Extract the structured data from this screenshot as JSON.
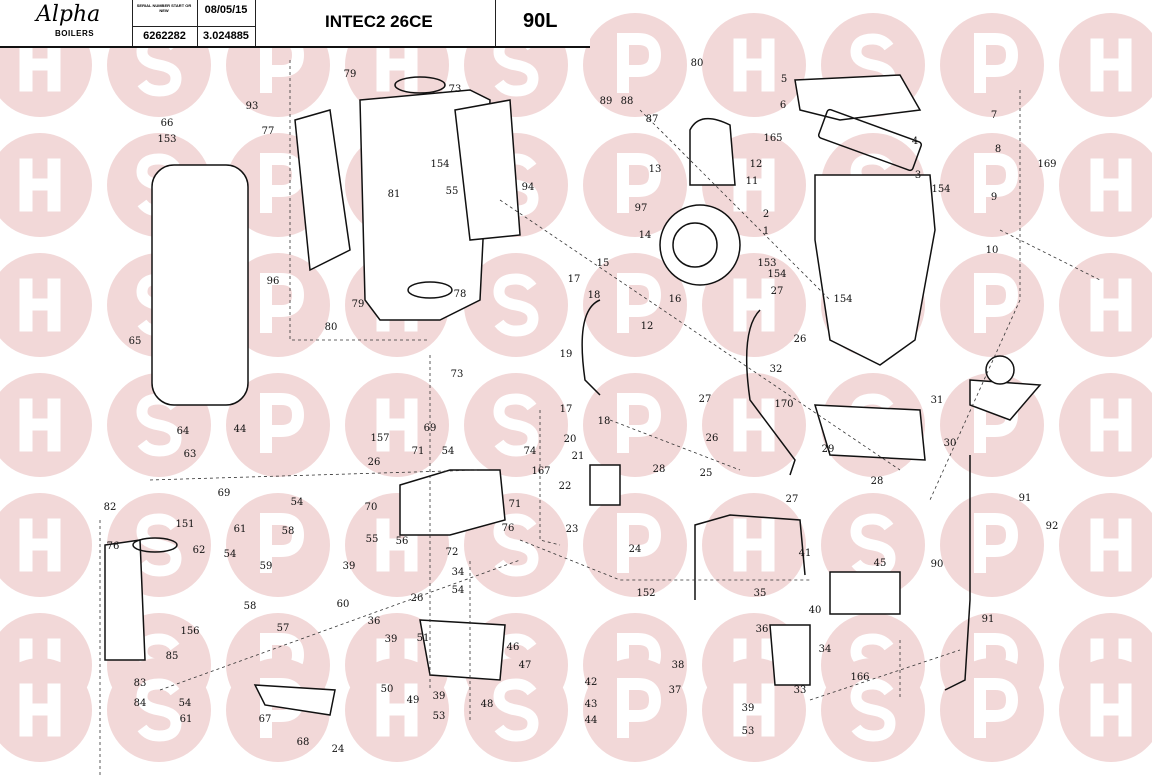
{
  "header": {
    "brand": "Alpha",
    "brand_sub": "BOILERS",
    "serial_caption": "SERIAL NUMBER START OR NEW",
    "date": "08/05/15",
    "serial_number": "6262282",
    "version_code": "3.024885",
    "model": "INTEC2 26CE",
    "diagram_code": "90L"
  },
  "watermark": {
    "letters": [
      "H",
      "S",
      "P"
    ],
    "circle_color": "#f2d8d8",
    "letter_color": "#ffffff"
  },
  "labels": [
    "79",
    "73",
    "93",
    "77",
    "66",
    "153",
    "154",
    "55",
    "94",
    "81",
    "96",
    "78",
    "79",
    "80",
    "65",
    "80",
    "89",
    "88",
    "87",
    "5",
    "6",
    "7",
    "165",
    "4",
    "12",
    "13",
    "3",
    "11",
    "154",
    "169",
    "8",
    "9",
    "2",
    "1",
    "97",
    "10",
    "14",
    "153",
    "15",
    "154",
    "17",
    "18",
    "16",
    "27",
    "12",
    "154",
    "26",
    "19",
    "32",
    "170",
    "31",
    "27",
    "26",
    "30",
    "29",
    "25",
    "28",
    "27",
    "73",
    "157",
    "69",
    "26",
    "71",
    "54",
    "74",
    "167",
    "17",
    "18",
    "20",
    "21",
    "22",
    "28",
    "70",
    "71",
    "23",
    "24",
    "76",
    "72",
    "55",
    "56",
    "34",
    "54",
    "39",
    "60",
    "36",
    "26",
    "39",
    "152",
    "41",
    "45",
    "35",
    "40",
    "36",
    "34",
    "166",
    "38",
    "37",
    "33",
    "39",
    "53",
    "42",
    "43",
    "44",
    "90",
    "91",
    "92",
    "91",
    "63",
    "64",
    "44",
    "82",
    "69",
    "54",
    "151",
    "61",
    "62",
    "54",
    "58",
    "59",
    "58",
    "57",
    "76",
    "156",
    "85",
    "83",
    "84",
    "54",
    "61",
    "50",
    "49",
    "51",
    "46",
    "47",
    "48",
    "39",
    "53",
    "67",
    "68",
    "24"
  ]
}
